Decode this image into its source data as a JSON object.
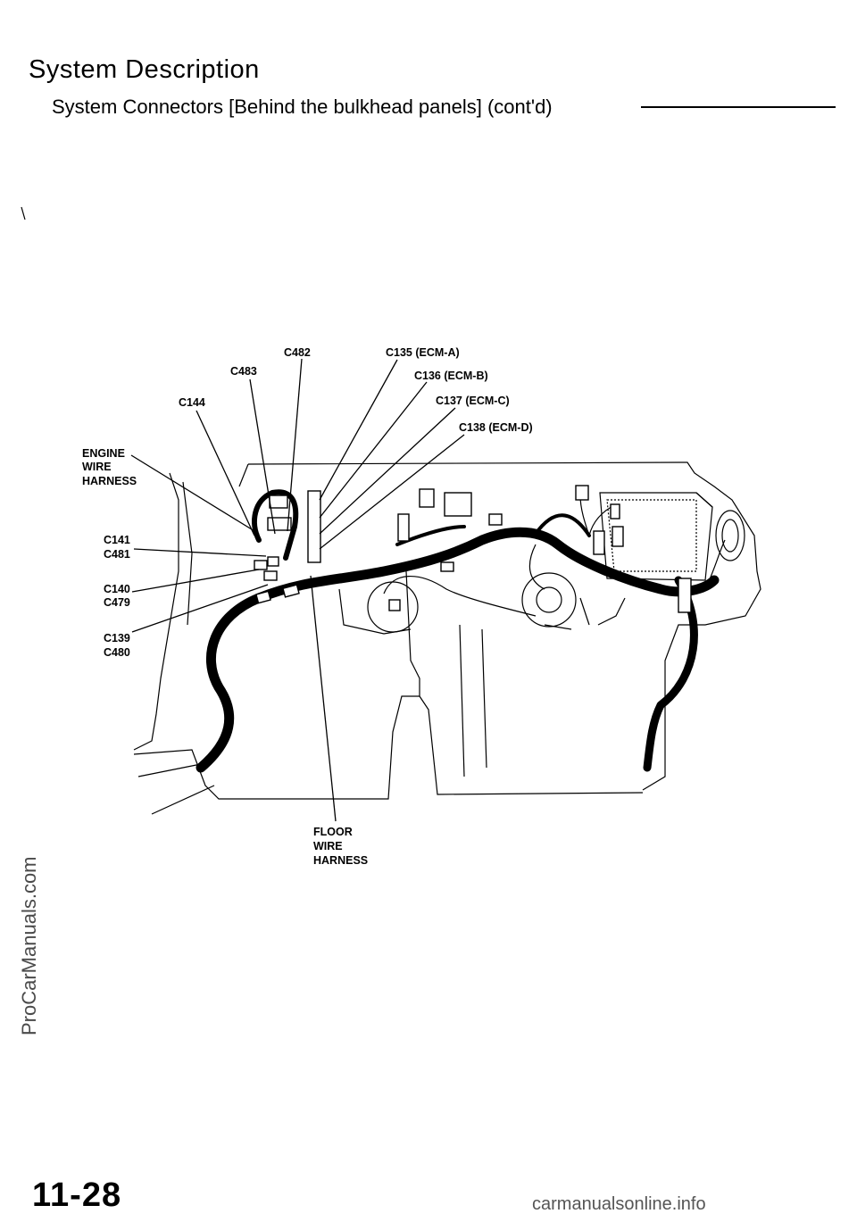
{
  "header": {
    "title": "System Description",
    "subtitle": "System Connectors [Behind the bulkhead panels] (cont'd)"
  },
  "diagram": {
    "labels": {
      "c482": "C482",
      "c135": "C135 (ECM-A)",
      "c483": "C483",
      "c136": "C136 (ECM-B)",
      "c144": "C144",
      "c137": "C137 (ECM-C)",
      "c138": "C138 (ECM-D)",
      "engine_harness_1": "ENGINE",
      "engine_harness_2": "WIRE",
      "engine_harness_3": "HARNESS",
      "c141": "C141",
      "c481": "C481",
      "c140": "C140",
      "c479": "C479",
      "c139": "C139",
      "c480": "C480",
      "floor_harness_1": "FLOOR",
      "floor_harness_2": "WIRE",
      "floor_harness_3": "HARNESS"
    }
  },
  "footer": {
    "page_number": "11-28",
    "watermark_left": "ProCarManuals.com",
    "watermark_bottom": "carmanualsonline.info"
  }
}
